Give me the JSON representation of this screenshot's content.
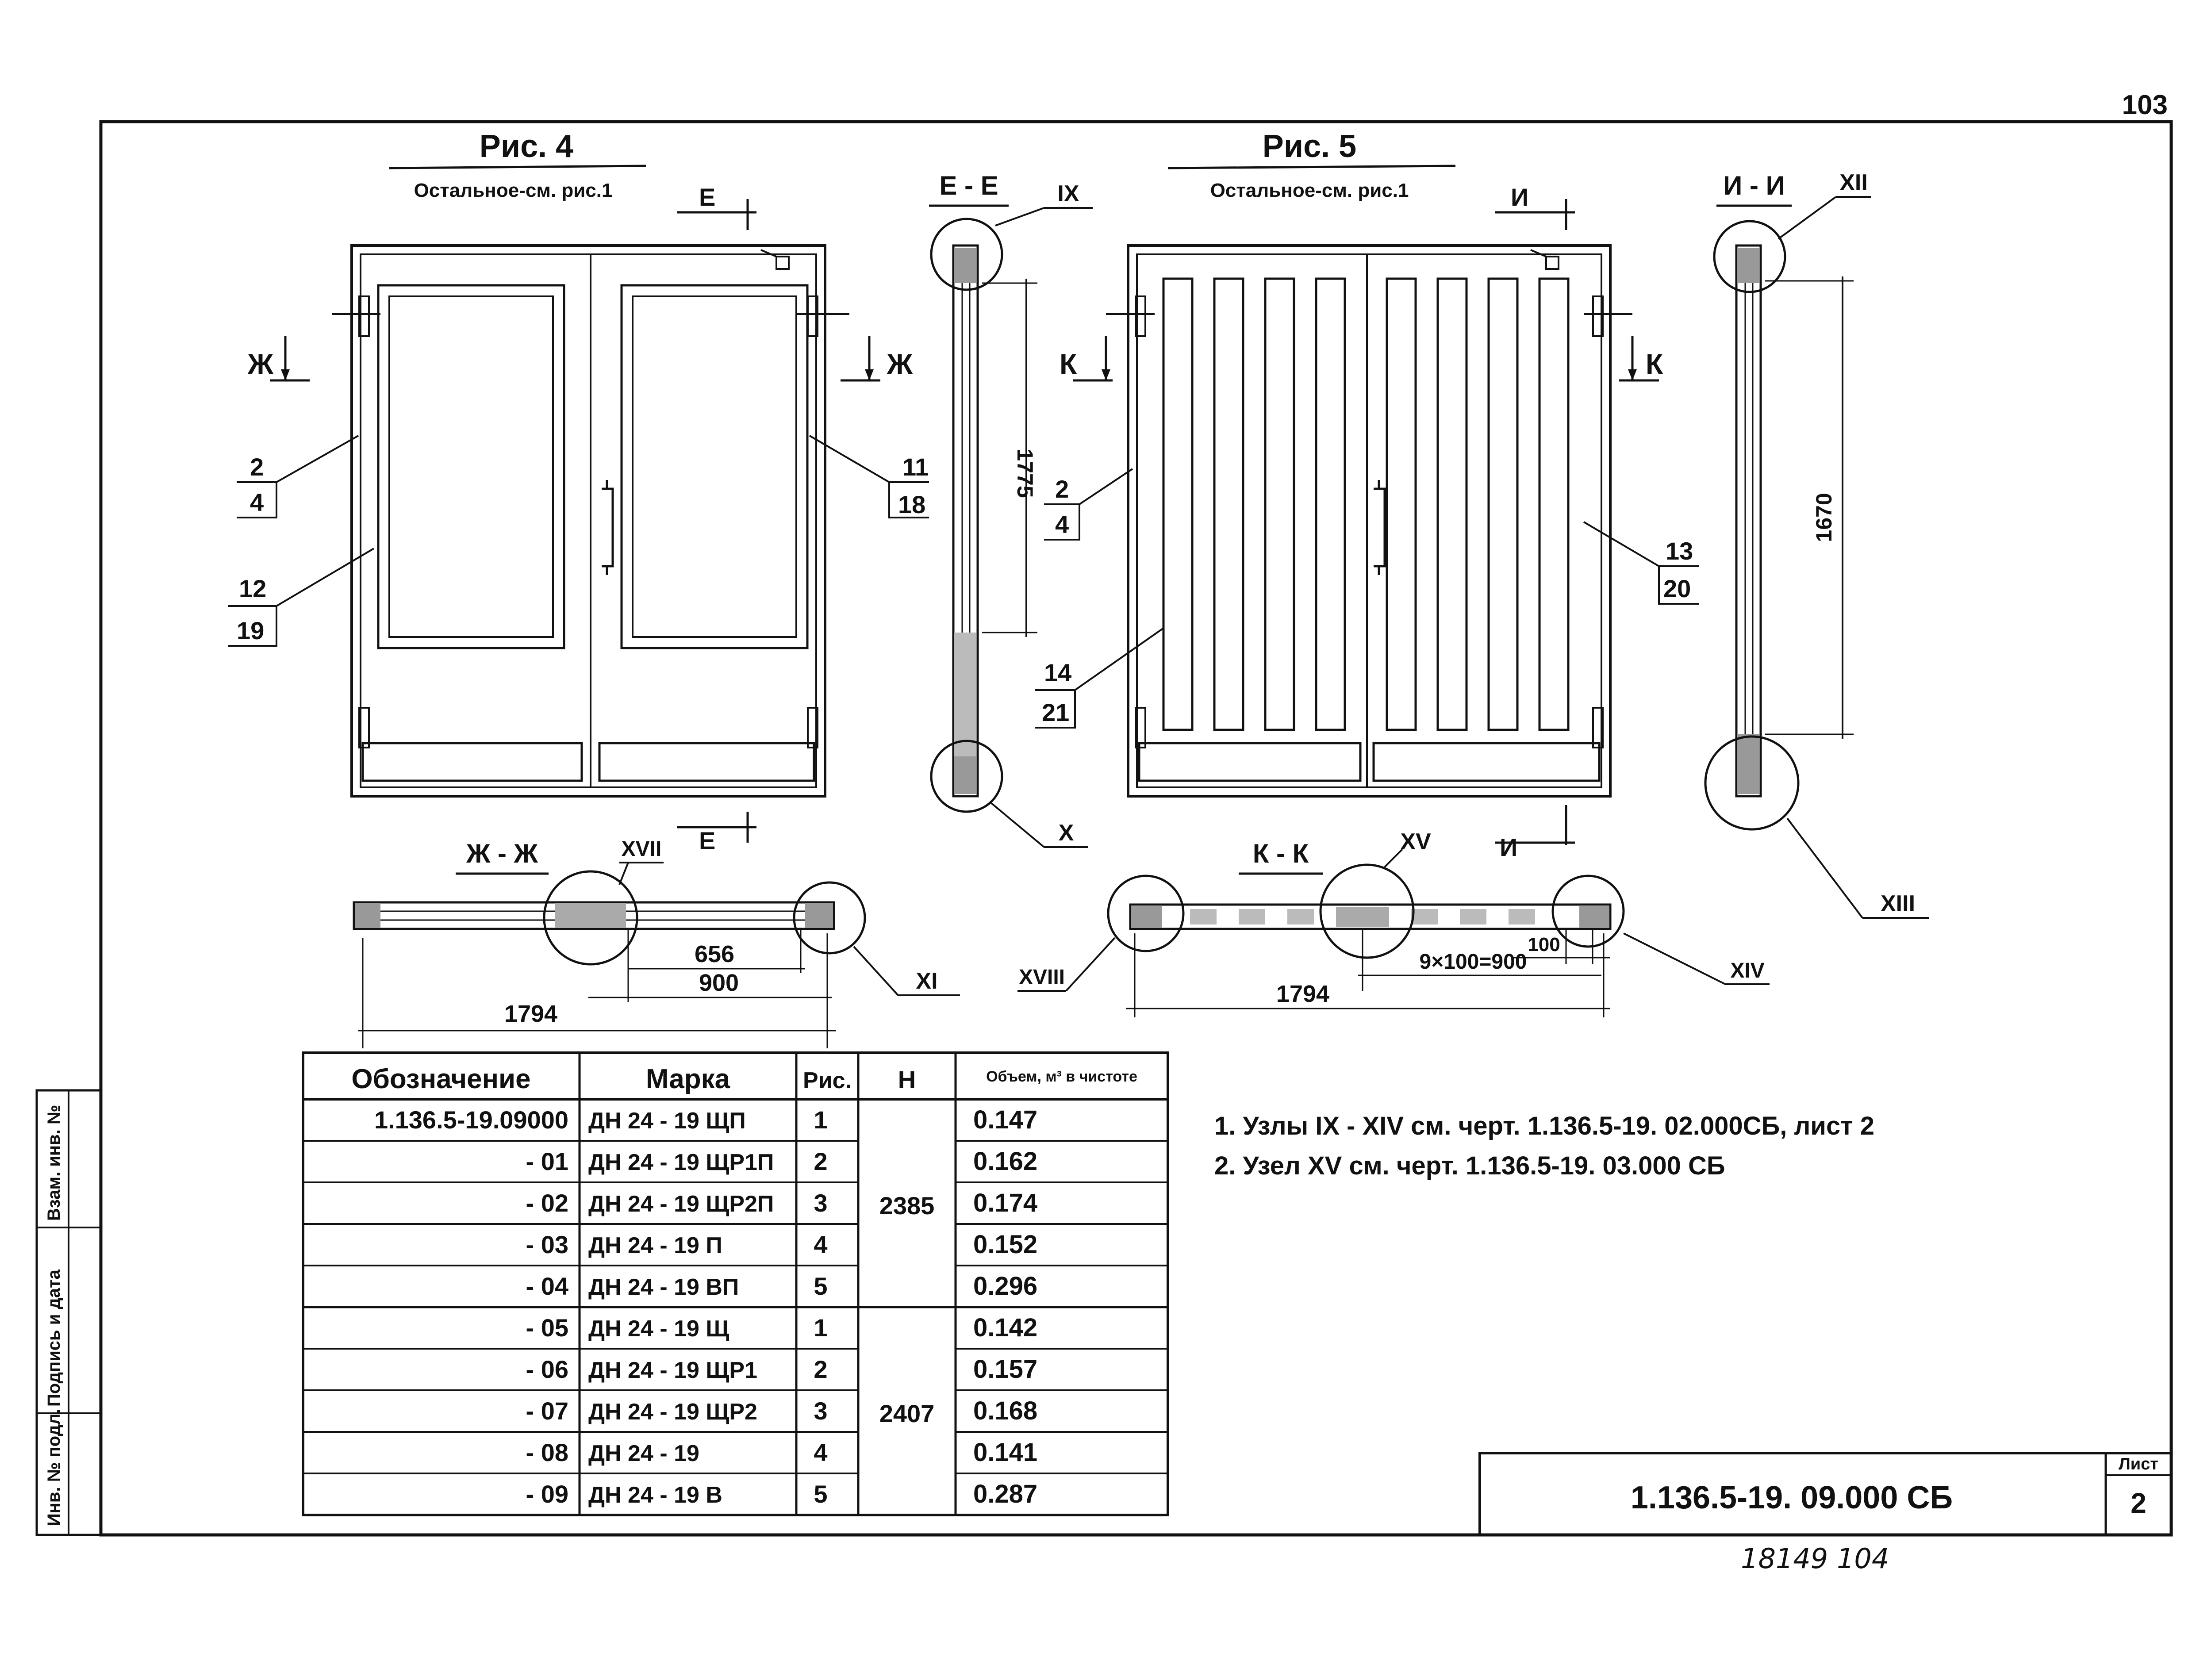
{
  "page_number": "103",
  "figures": {
    "fig4": {
      "title": "Рис. 4",
      "note": "Остальное-см. рис.1"
    },
    "fig5": {
      "title": "Рис. 5",
      "note": "Остальное-см. рис.1"
    }
  },
  "section_labels": {
    "e_e": "Е - Е",
    "e": "Е",
    "zh_zh": "Ж - Ж",
    "zh": "Ж",
    "i_i": "И - И",
    "i": "И",
    "k_k": "К - К",
    "k": "К"
  },
  "node_labels": {
    "ix": "IX",
    "x": "X",
    "xi": "XI",
    "xii": "XII",
    "xiii": "XIII",
    "xiv": "XIV",
    "xv": "XV",
    "xvii": "XVII",
    "xviii": "XVIII"
  },
  "callouts": {
    "fig4_left_top": {
      "top": "2",
      "bottom": "4"
    },
    "fig4_left_bottom": {
      "top": "12",
      "bottom": "19"
    },
    "fig4_right": {
      "top": "11",
      "bottom": "18"
    },
    "fig5_left_top": {
      "top": "2",
      "bottom": "4"
    },
    "fig5_left_bottom": {
      "top": "14",
      "bottom": "21"
    },
    "fig5_right": {
      "top": "13",
      "bottom": "20"
    }
  },
  "dimensions": {
    "ee_height": "1775",
    "ii_height": "1670",
    "zh_656": "656",
    "zh_900": "900",
    "zh_1794": "1794",
    "k_100": "100",
    "k_9x100": "9×100=900",
    "k_1794": "1794"
  },
  "table": {
    "headers": [
      "Обозначение",
      "Марка",
      "Рис.",
      "Н",
      "Объем, м³ в чистоте"
    ],
    "rows": [
      {
        "designation": "1.136.5-19.09000",
        "mark": "ДН 24 - 19 ЩП",
        "fig": "1",
        "volume": "0.147"
      },
      {
        "designation": "- 01",
        "mark": "ДН 24 - 19 ЩР1П",
        "fig": "2",
        "volume": "0.162"
      },
      {
        "designation": "- 02",
        "mark": "ДН 24 - 19 ЩР2П",
        "fig": "3",
        "volume": "0.174"
      },
      {
        "designation": "- 03",
        "mark": "ДН 24 - 19 П",
        "fig": "4",
        "volume": "0.152"
      },
      {
        "designation": "- 04",
        "mark": "ДН 24 - 19 ВП",
        "fig": "5",
        "volume": "0.296"
      },
      {
        "designation": "- 05",
        "mark": "ДН 24 - 19 Щ",
        "fig": "1",
        "volume": "0.142"
      },
      {
        "designation": "- 06",
        "mark": "ДН 24 - 19 ЩР1",
        "fig": "2",
        "volume": "0.157"
      },
      {
        "designation": "- 07",
        "mark": "ДН 24 - 19 ЩР2",
        "fig": "3",
        "volume": "0.168"
      },
      {
        "designation": "- 08",
        "mark": "ДН 24 - 19",
        "fig": "4",
        "volume": "0.141"
      },
      {
        "designation": "- 09",
        "mark": "ДН 24 - 19 В",
        "fig": "5",
        "volume": "0.287"
      }
    ],
    "h_group1": "2385",
    "h_group2": "2407"
  },
  "notes": [
    "1. Узлы IX - XIV см. черт. 1.136.5-19. 02.000СБ, лист 2",
    "2. Узел XV см. черт. 1.136.5-19. 03.000 СБ"
  ],
  "title_block": {
    "code": "1.136.5-19. 09.000 СБ",
    "sheet_label": "Лист",
    "sheet_number": "2"
  },
  "side_stamp": {
    "inv_podl": "Инв. № подл.",
    "podpis": "Подпись и дата",
    "vzam": "Взам. инв. №"
  },
  "handwritten": "18149   104"
}
